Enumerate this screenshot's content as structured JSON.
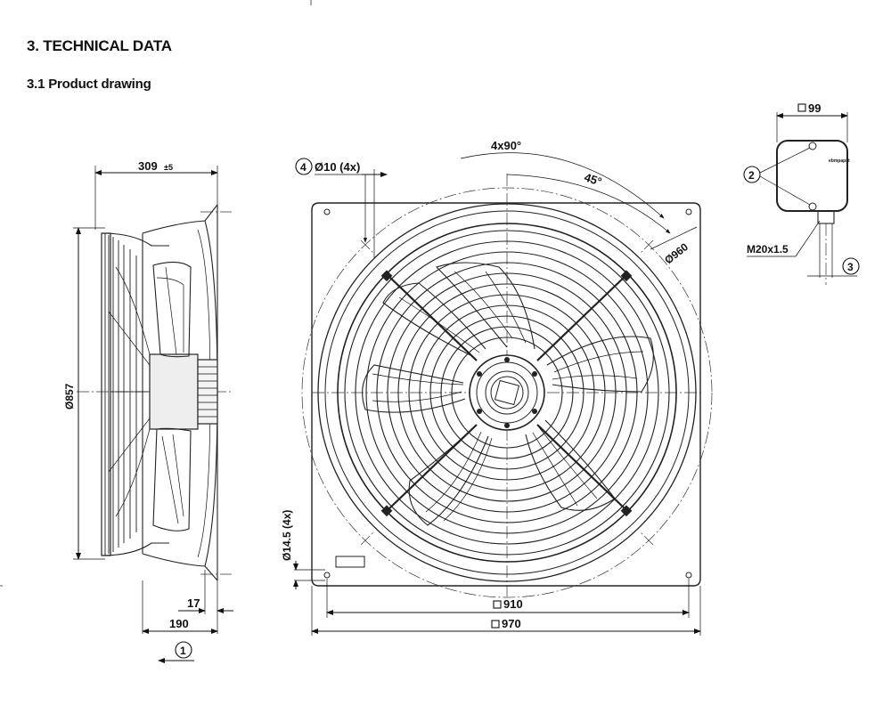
{
  "heading": {
    "section": "3. TECHNICAL DATA",
    "subsection": "3.1 Product drawing"
  },
  "dimensions": {
    "side_depth": "309",
    "side_depth_tol": "±5",
    "side_diameter": "Ø857",
    "side_17": "17",
    "side_190": "190",
    "hole_dia": "Ø10 (4x)",
    "hole_dia_ref": "4",
    "mount_hole": "Ø14.5 (4x)",
    "angle_total": "4x90°",
    "angle_45": "45°",
    "diameter_960": "Ø960",
    "width_910": "910",
    "width_970": "970",
    "box_99": "99",
    "box_ref_2": "2",
    "cable_gland": "M20x1.5",
    "box_ref_3": "3",
    "airflow_ref": "1"
  },
  "labels": {
    "logo": "ebmpapst"
  }
}
